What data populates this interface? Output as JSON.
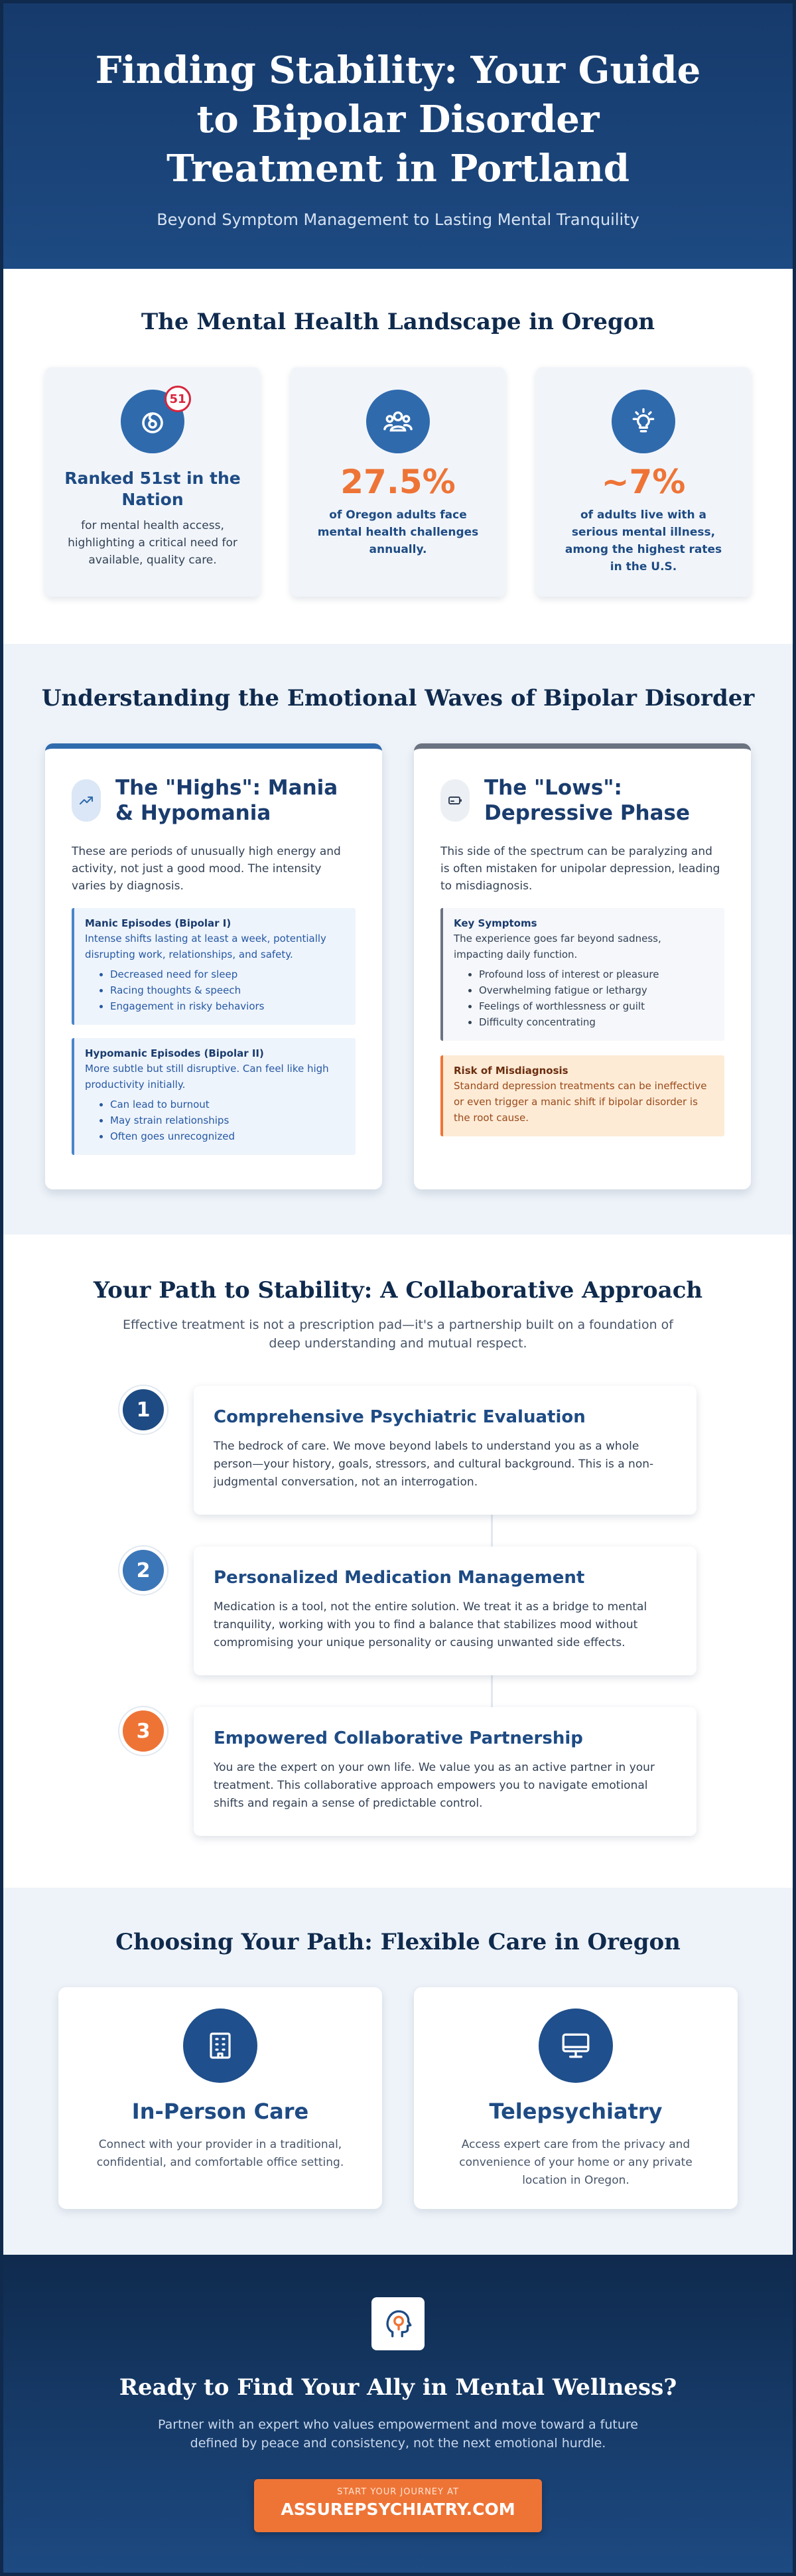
{
  "hero": {
    "title": "Finding Stability: Your Guide to Bipolar Disorder Treatment in Portland",
    "subtitle": "Beyond Symptom Management to Lasting Mental Tranquility"
  },
  "landscape": {
    "title": "The Mental Health Landscape in Oregon",
    "cards": [
      {
        "icon": "brain-icon",
        "badge": "51",
        "head": "Ranked 51st in the Nation",
        "desc": "for mental health access, highlighting a critical need for available, quality care."
      },
      {
        "icon": "people-icon",
        "big": "27.5%",
        "desc": "of Oregon adults face mental health challenges annually."
      },
      {
        "icon": "lightbulb-icon",
        "big": "~7%",
        "desc": "of adults live with a serious mental illness, among the highest rates in the U.S."
      }
    ]
  },
  "waves": {
    "title": "Understanding the Emotional Waves of Bipolar Disorder",
    "highs": {
      "icon": "trending-up-icon",
      "title": "The \"Highs\": Mania & Hypomania",
      "intro": "These are periods of unusually high energy and activity, not just a good mood. The intensity varies by diagnosis.",
      "manic": {
        "title": "Manic Episodes (Bipolar I)",
        "desc": "Intense shifts lasting at least a week, potentially disrupting work, relationships, and safety.",
        "items": [
          "Decreased need for sleep",
          "Racing thoughts & speech",
          "Engagement in risky behaviors"
        ]
      },
      "hypomanic": {
        "title": "Hypomanic Episodes (Bipolar II)",
        "desc": "More subtle but still disruptive. Can feel like high productivity initially.",
        "items": [
          "Can lead to burnout",
          "May strain relationships",
          "Often goes unrecognized"
        ]
      }
    },
    "lows": {
      "icon": "battery-low-icon",
      "title": "The \"Lows\": Depressive Phase",
      "intro": "This side of the spectrum can be paralyzing and is often mistaken for unipolar depression, leading to misdiagnosis.",
      "symptoms": {
        "title": "Key Symptoms",
        "desc": "The experience goes far beyond sadness, impacting daily function.",
        "items": [
          "Profound loss of interest or pleasure",
          "Overwhelming fatigue or lethargy",
          "Feelings of worthlessness or guilt",
          "Difficulty concentrating"
        ]
      },
      "risk": {
        "title": "Risk of Misdiagnosis",
        "desc": "Standard depression treatments can be ineffective or even trigger a manic shift if bipolar disorder is the root cause."
      }
    }
  },
  "path": {
    "title": "Your Path to Stability: A Collaborative Approach",
    "subtitle": "Effective treatment is not a prescription pad—it's a partnership built on a foundation of deep understanding and mutual respect.",
    "steps": [
      {
        "num": "1",
        "color": "#1e4b84",
        "title": "Comprehensive Psychiatric Evaluation",
        "desc": "The bedrock of care. We move beyond labels to understand you as a whole person—your history, goals, stressors, and cultural background. This is a non-judgmental conversation, not an interrogation."
      },
      {
        "num": "2",
        "color": "#3b76b8",
        "title": "Personalized Medication Management",
        "desc": "Medication is a tool, not the entire solution. We treat it as a bridge to mental tranquility, working with you to find a balance that stabilizes mood without compromising your unique personality or causing unwanted side effects."
      },
      {
        "num": "3",
        "color": "#ee7436",
        "title": "Empowered Collaborative Partnership",
        "desc": "You are the expert on your own life. We value you as an active partner in your treatment. This collaborative approach empowers you to navigate emotional shifts and regain a sense of predictable control."
      }
    ]
  },
  "choose": {
    "title": "Choosing Your Path: Flexible Care in Oregon",
    "cards": [
      {
        "icon": "building-icon",
        "title": "In-Person Care",
        "desc": "Connect with your provider in a traditional, confidential, and comfortable office setting."
      },
      {
        "icon": "monitor-icon",
        "title": "Telepsychiatry",
        "desc": "Access expert care from the privacy and convenience of your home or any private location in Oregon."
      }
    ]
  },
  "footer": {
    "logo": "head-logo-icon",
    "title": "Ready to Find Your Ally in Mental Wellness?",
    "desc": "Partner with an expert who values empowerment and move toward a future defined by peace and consistency, not the next emotional hurdle.",
    "cta_small": "START YOUR JOURNEY AT",
    "cta_big": "ASSUREPSYCHIATRY.COM"
  },
  "colors": {
    "navy": "#0f2a4d",
    "blue": "#2f6aad",
    "orange": "#ee7436",
    "background": "#eef3f9"
  }
}
